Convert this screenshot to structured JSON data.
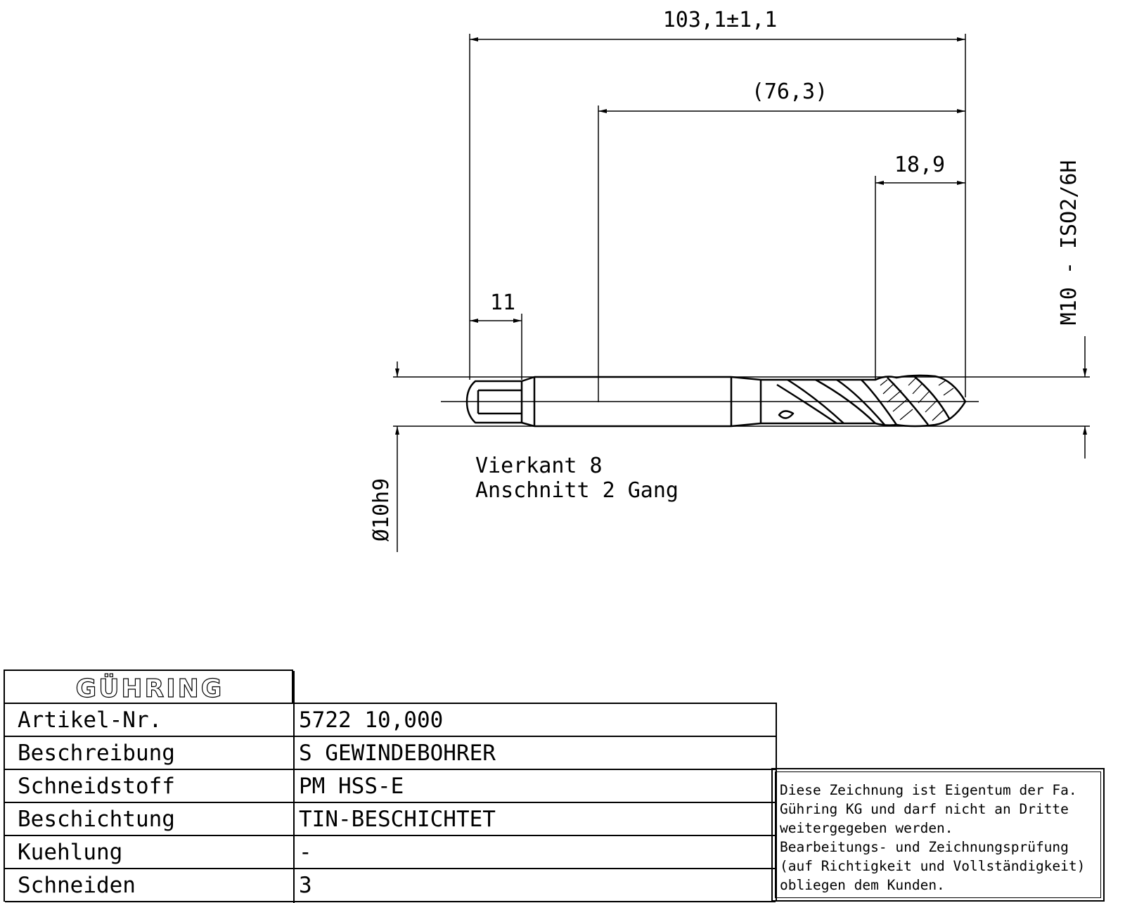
{
  "dimensions": {
    "overall_length": "103,1±1,1",
    "shank_length": "(76,3)",
    "thread_length": "18,9",
    "square_length": "11",
    "thread_designation": "M10 - ISO2/6H",
    "shank_diameter": "Ø10h9"
  },
  "notes": {
    "line1": "Vierkant 8",
    "line2": "Anschnitt 2 Gang"
  },
  "title_block": {
    "logo_text": "GÜHRING",
    "rows": [
      {
        "label": "Artikel-Nr.",
        "value": "5722 10,000"
      },
      {
        "label": "Beschreibung",
        "value": "S GEWINDEBOHRER"
      },
      {
        "label": "Schneidstoff",
        "value": "PM HSS-E"
      },
      {
        "label": "Beschichtung",
        "value": "TIN-BESCHICHTET"
      },
      {
        "label": "Kuehlung",
        "value": "-"
      },
      {
        "label": "Schneiden",
        "value": "3"
      }
    ]
  },
  "notice": {
    "lines": [
      "Diese Zeichnung ist Eigentum der Fa.",
      "Gühring KG und darf nicht an Dritte",
      "weitergegeben werden.",
      "Bearbeitungs- und Zeichnungsprüfung",
      "(auf Richtigkeit und Vollständigkeit)",
      "obliegen dem Kunden."
    ]
  }
}
